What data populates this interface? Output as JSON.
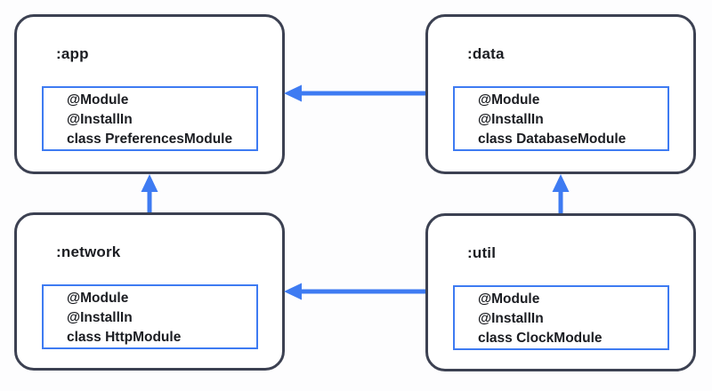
{
  "diagram": {
    "title": "module-dependency-diagram",
    "colors": {
      "background": "#FDFDFE",
      "module_border": "#3C4152",
      "accent_blue": "#3E7BF2",
      "text": "#1B1D22"
    },
    "modules": [
      {
        "id": "app",
        "title": ":app",
        "lines": [
          "@Module",
          "@InstallIn",
          "class PreferencesModule"
        ]
      },
      {
        "id": "data",
        "title": ":data",
        "lines": [
          "@Module",
          "@InstallIn",
          "class DatabaseModule"
        ]
      },
      {
        "id": "network",
        "title": ":network",
        "lines": [
          "@Module",
          "@InstallIn",
          "class HttpModule"
        ]
      },
      {
        "id": "util",
        "title": ":util",
        "lines": [
          "@Module",
          "@InstallIn",
          "class ClockModule"
        ]
      }
    ],
    "edges": [
      {
        "from": ":data",
        "to": ":app",
        "direction": "left"
      },
      {
        "from": ":network",
        "to": ":app",
        "direction": "up"
      },
      {
        "from": ":util",
        "to": ":data",
        "direction": "up"
      },
      {
        "from": ":util",
        "to": ":network",
        "direction": "left"
      }
    ]
  }
}
